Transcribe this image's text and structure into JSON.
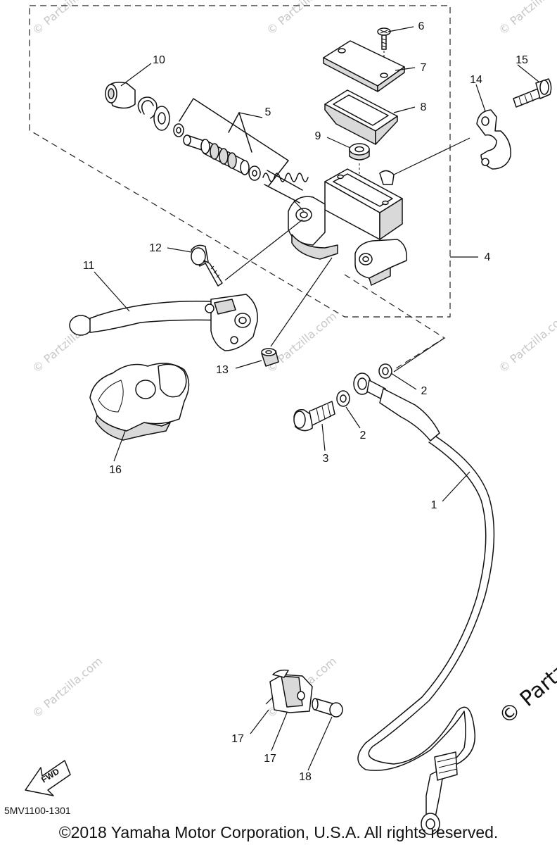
{
  "callouts": {
    "c1": "1",
    "c2a": "2",
    "c2b": "2",
    "c3": "3",
    "c4": "4",
    "c5": "5",
    "c6": "6",
    "c7": "7",
    "c8": "8",
    "c9": "9",
    "c10": "10",
    "c11": "11",
    "c12": "12",
    "c13": "13",
    "c14": "14",
    "c15": "15",
    "c16": "16",
    "c17a": "17",
    "c17b": "17",
    "c18": "18"
  },
  "fwd_label": "FWD",
  "diagram_code": "5MV1100-1301",
  "copyright": "©2018 Yamaha Motor Corporation, U.S.A. All rights reserved.",
  "watermark": "© Partzilla.com",
  "watermark_edge": "© Partzil"
}
